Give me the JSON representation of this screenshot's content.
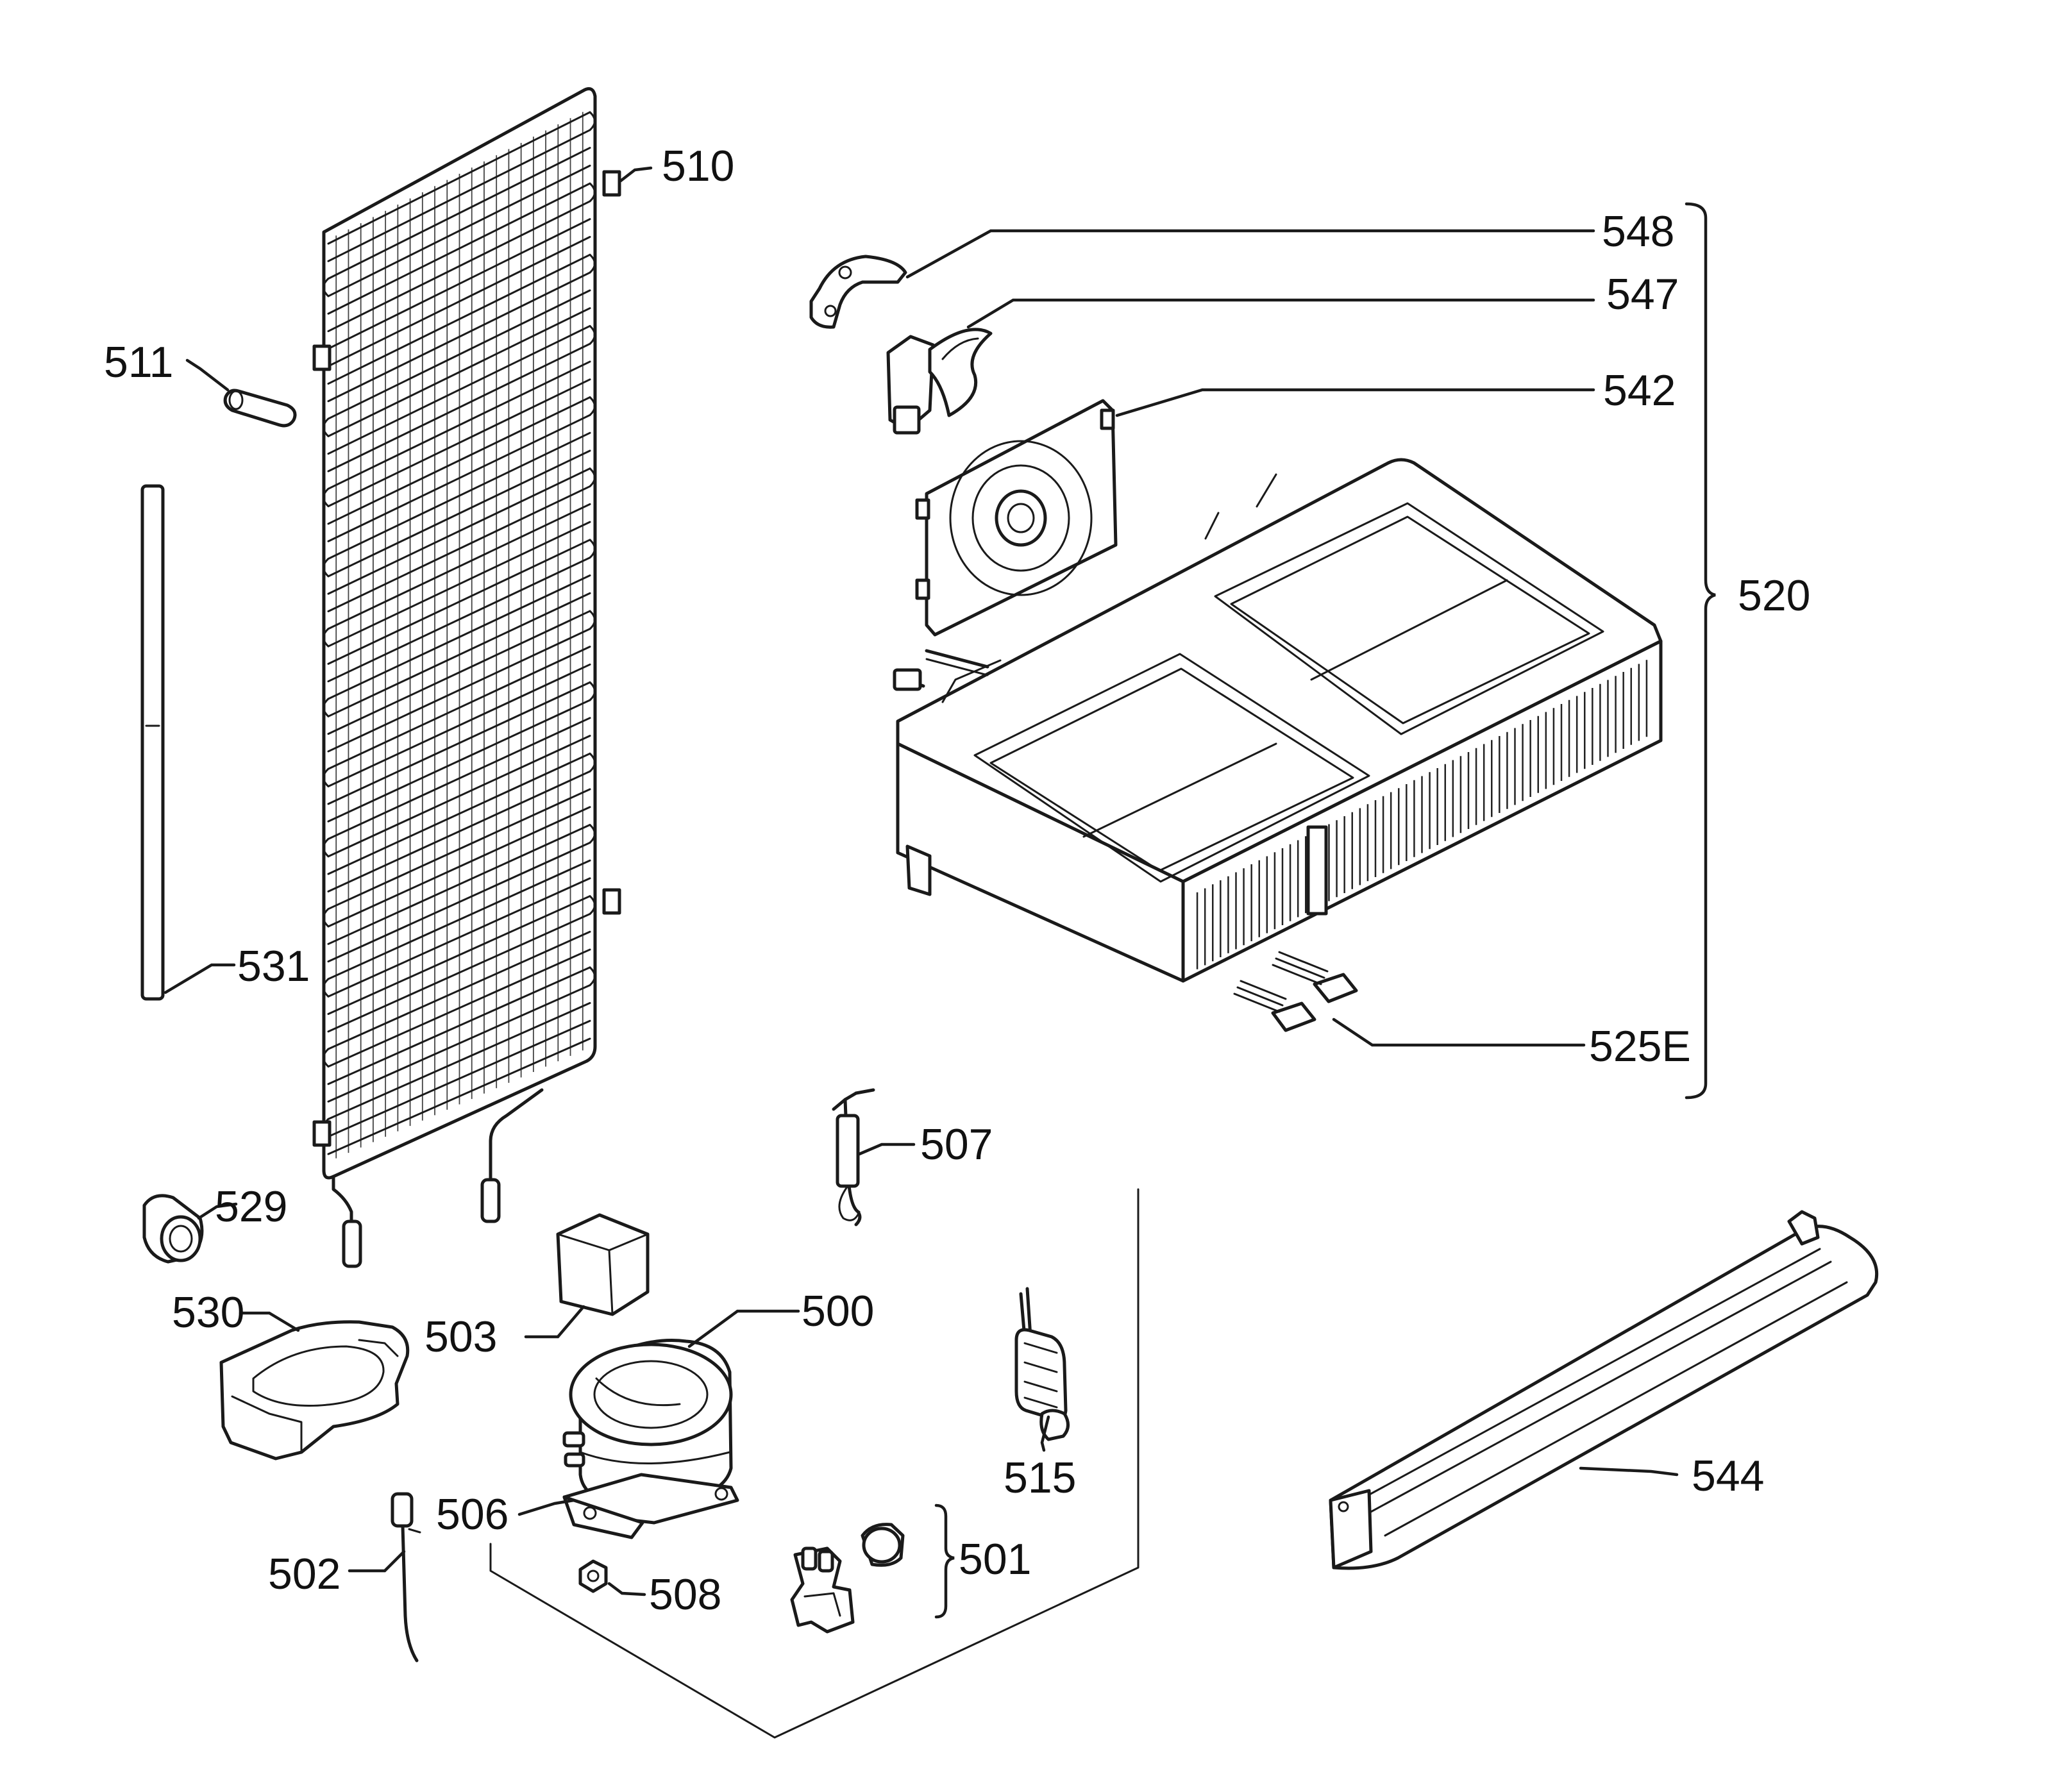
{
  "diagram": {
    "labels": {
      "p510": "510",
      "p511": "511",
      "p531": "531",
      "p529": "529",
      "p530": "530",
      "p503": "503",
      "p500": "500",
      "p506": "506",
      "p502": "502",
      "p508": "508",
      "p507": "507",
      "p515": "515",
      "p501": "501",
      "p548": "548",
      "p547": "547",
      "p542": "542",
      "p520": "520",
      "p525E": "525E",
      "p544": "544"
    }
  }
}
